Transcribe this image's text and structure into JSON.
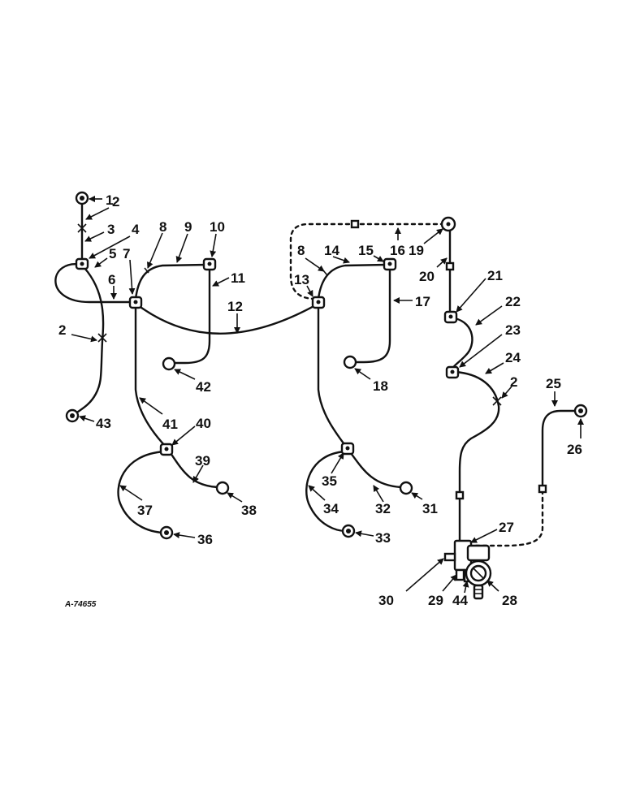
{
  "diagram": {
    "reference": "A-74655",
    "callouts": [
      "1",
      "2",
      "3",
      "4",
      "5",
      "6",
      "7",
      "8",
      "9",
      "10",
      "11",
      "12",
      "13",
      "14",
      "15",
      "16",
      "17",
      "18",
      "19",
      "20",
      "21",
      "22",
      "23",
      "24",
      "25",
      "26",
      "27",
      "28",
      "29",
      "30",
      "31",
      "32",
      "33",
      "34",
      "35",
      "36",
      "37",
      "38",
      "39",
      "40",
      "41",
      "42",
      "43",
      "44"
    ]
  }
}
